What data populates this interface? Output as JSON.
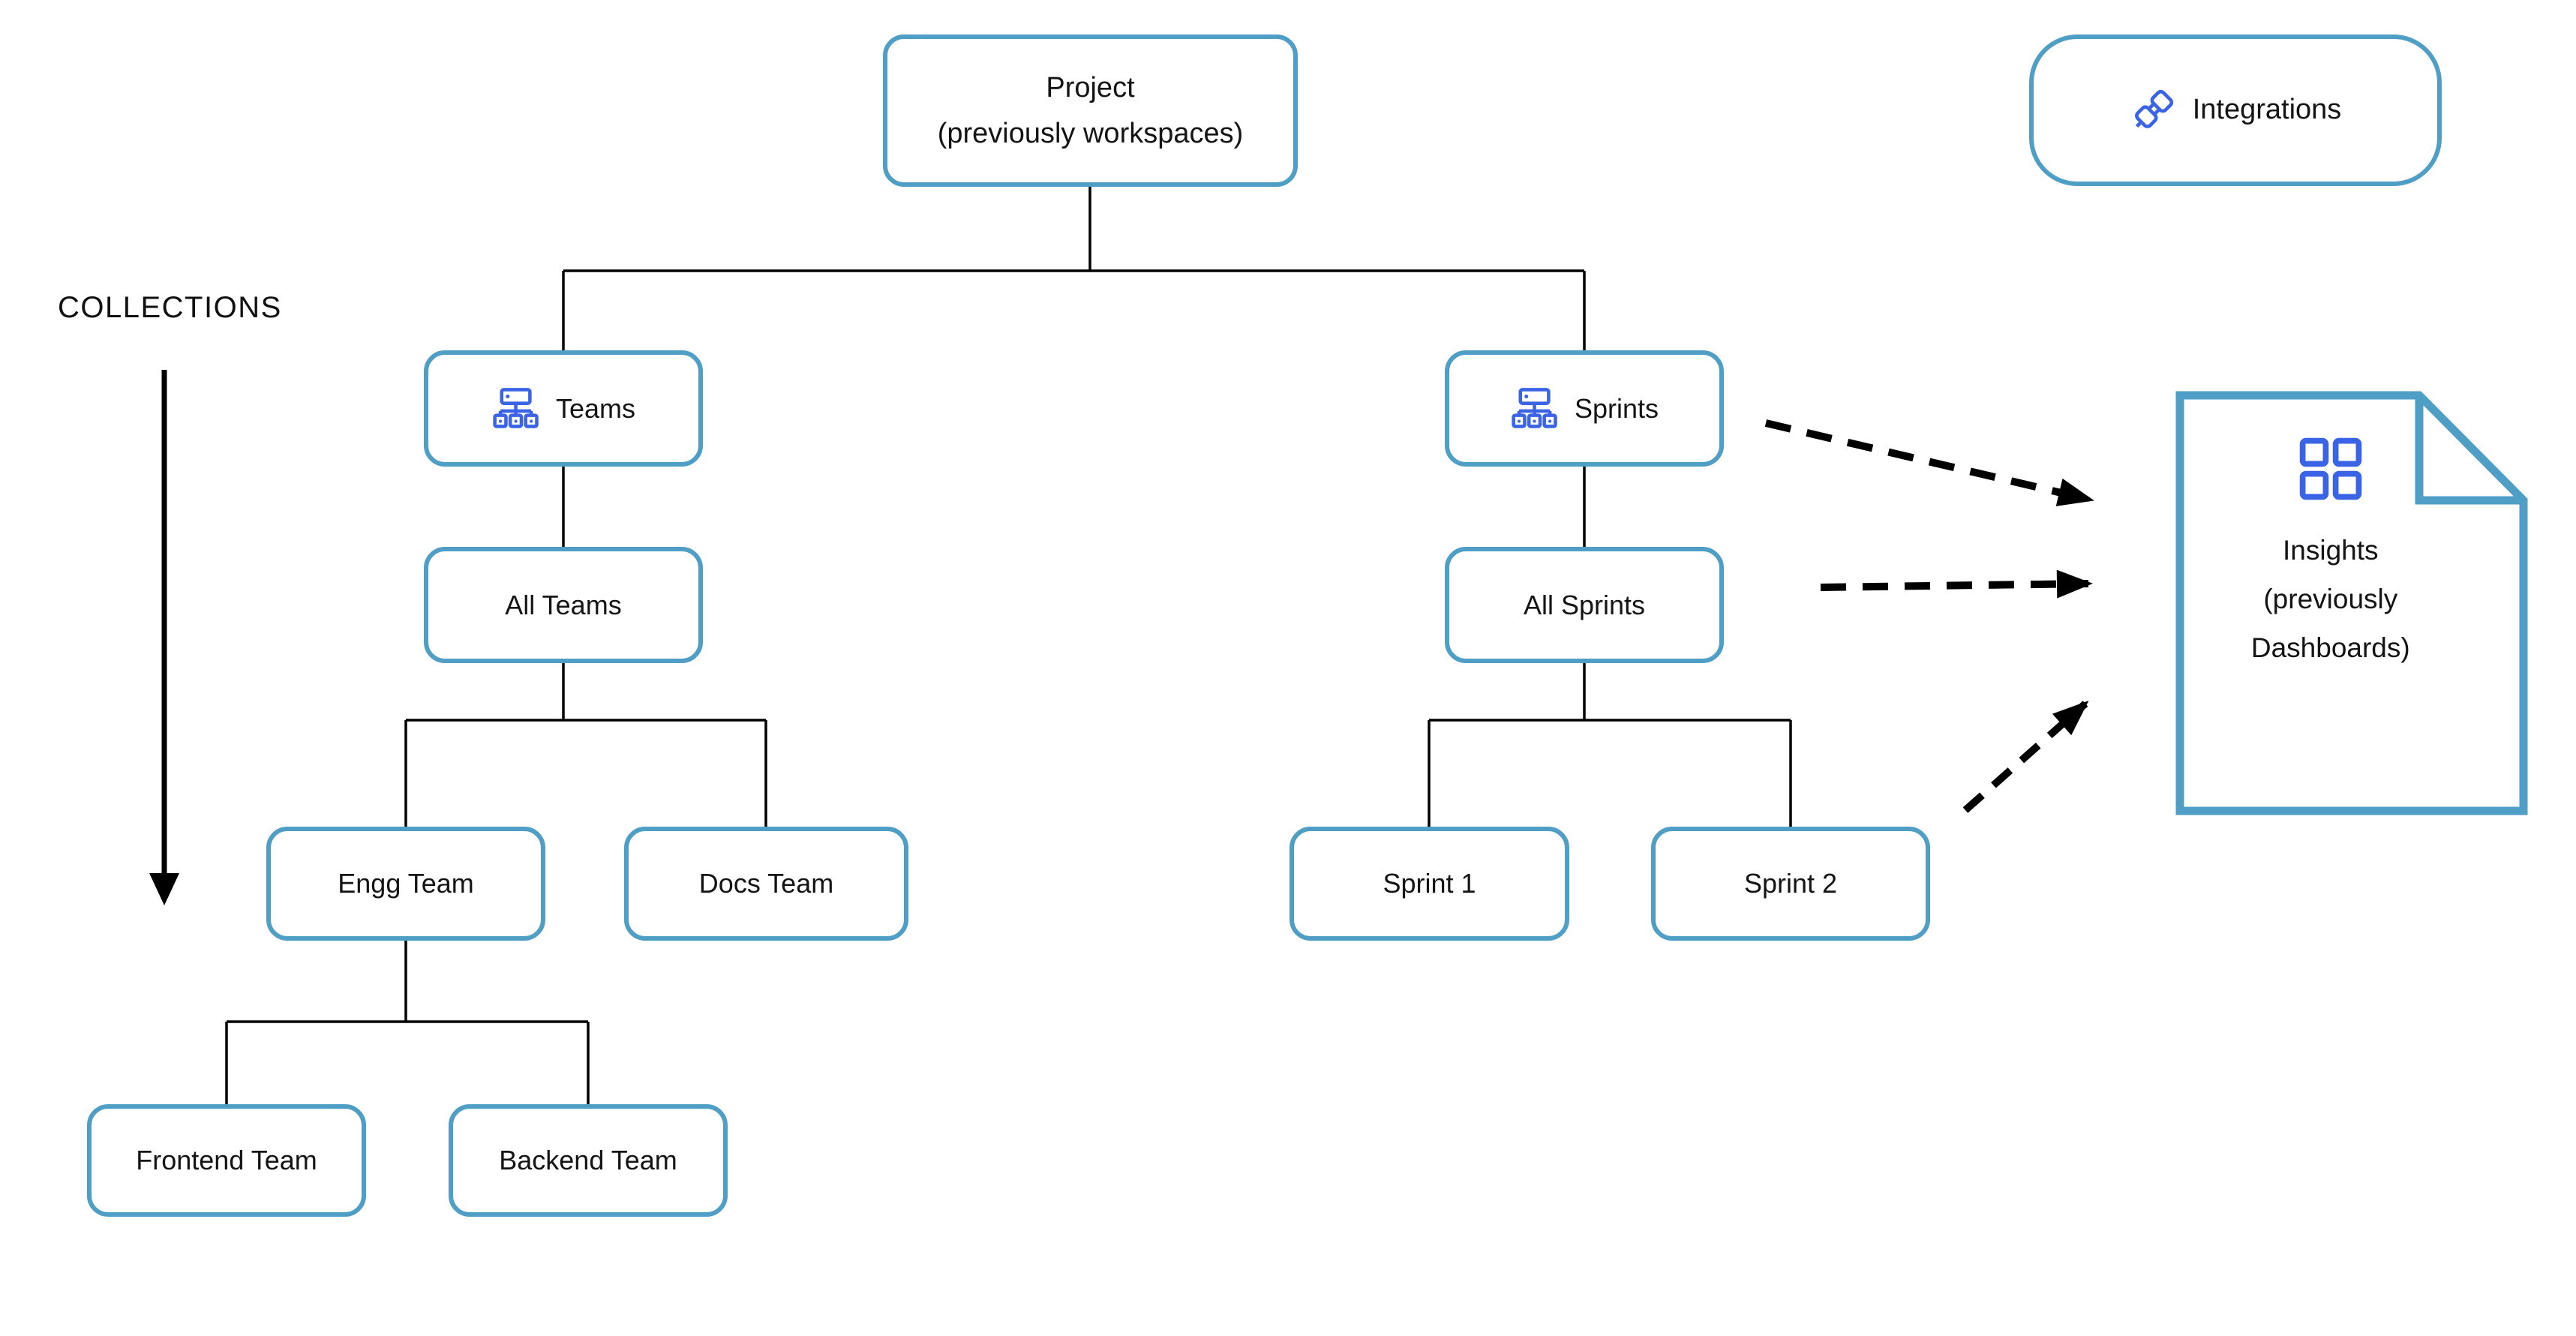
{
  "labels": {
    "collections": "COLLECTIONS"
  },
  "nodes": {
    "project": {
      "title": "Project",
      "subtitle": "(previously workspaces)"
    },
    "teams": {
      "label": "Teams",
      "icon": "sitemap-icon"
    },
    "sprints": {
      "label": "Sprints",
      "icon": "sitemap-icon"
    },
    "all_teams": {
      "label": "All Teams"
    },
    "all_sprints": {
      "label": "All Sprints"
    },
    "engg_team": {
      "label": "Engg Team"
    },
    "docs_team": {
      "label": "Docs Team"
    },
    "frontend_team": {
      "label": "Frontend Team"
    },
    "backend_team": {
      "label": "Backend Team"
    },
    "sprint_1": {
      "label": "Sprint 1"
    },
    "sprint_2": {
      "label": "Sprint 2"
    }
  },
  "integrations": {
    "label": "Integrations",
    "icon": "plug-icon"
  },
  "insights": {
    "line1": "Insights",
    "line2": "(previously",
    "line3": "Dashboards)",
    "icon": "grid-icon"
  },
  "colors": {
    "box_border": "#4f9ec6",
    "icon_blue": "#3b63e6",
    "connector": "#000000",
    "text": "#141414"
  }
}
